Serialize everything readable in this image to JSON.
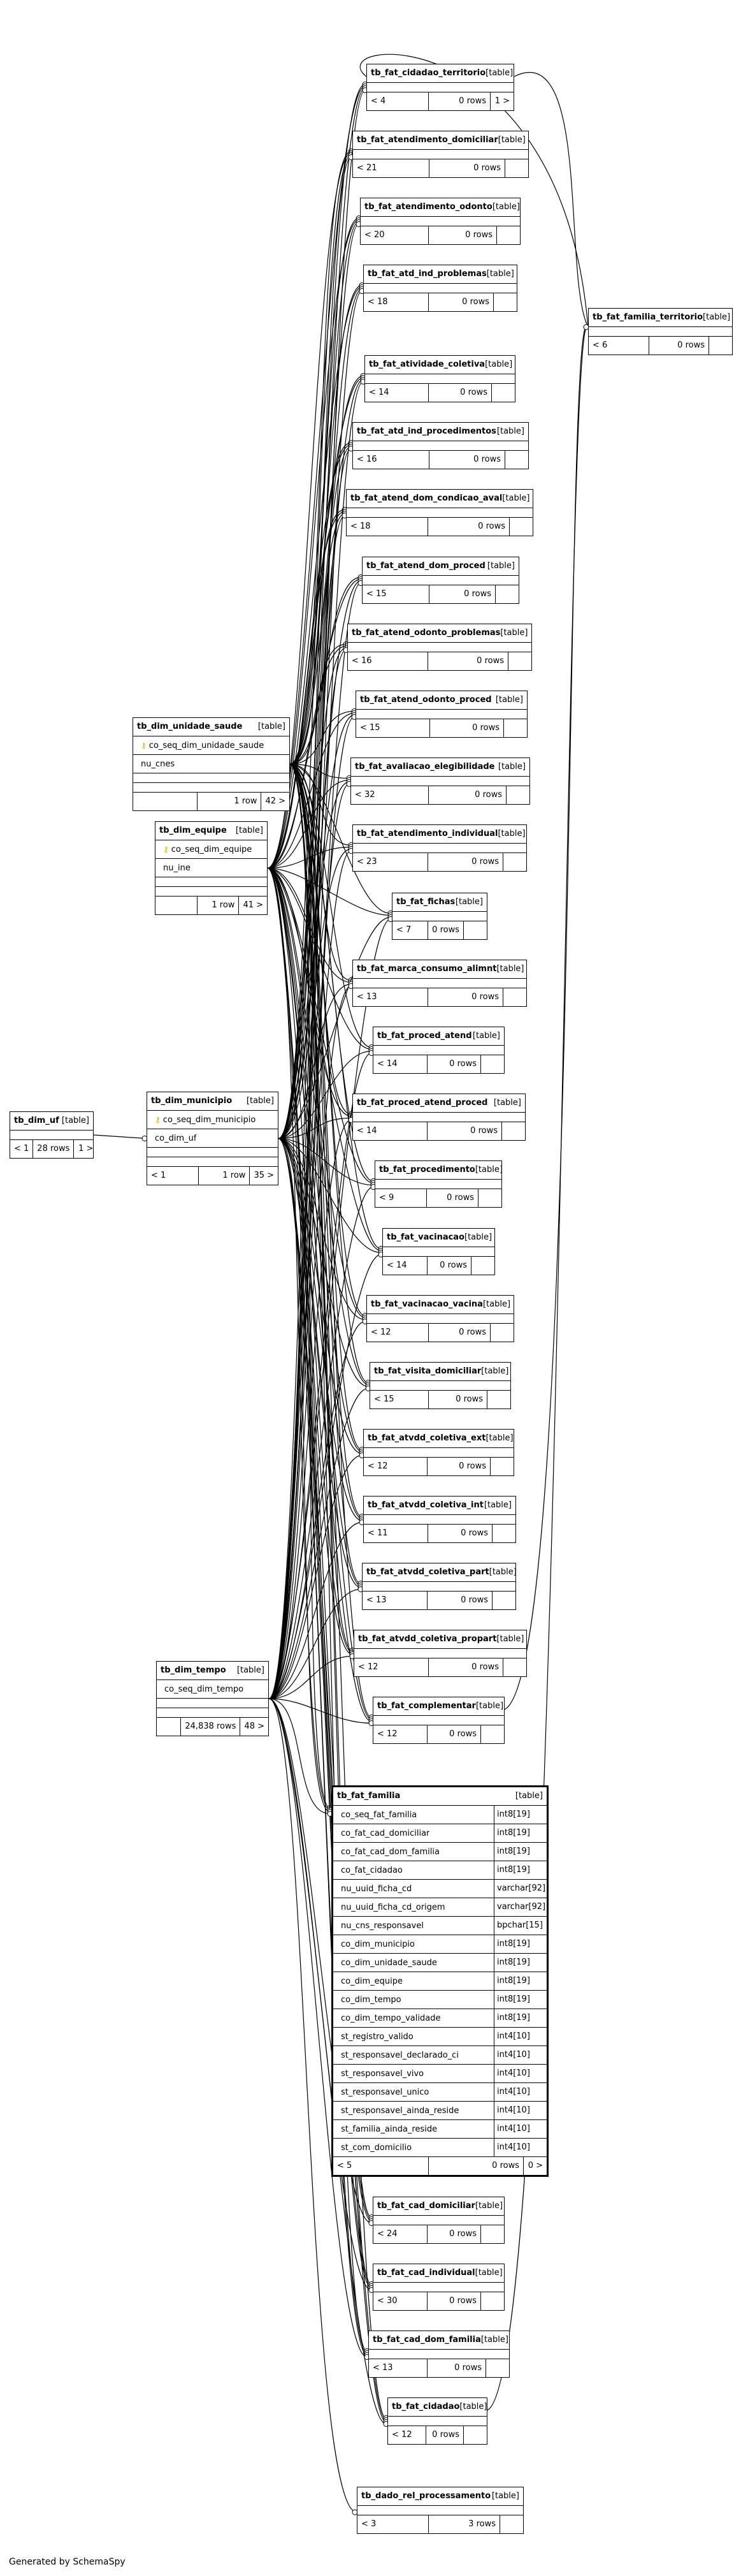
{
  "footer": "Generated by SchemaSpy",
  "tag": "[table]",
  "tables": [
    {
      "id": "t_cid_terr",
      "name": "tb_fat_cidadao_territorio",
      "left": "< 4",
      "rows": "0 rows",
      "right": "1 >"
    },
    {
      "id": "t_atend_dom",
      "name": "tb_fat_atendimento_domiciliar",
      "left": "< 21",
      "rows": "0 rows",
      "right": ""
    },
    {
      "id": "t_atend_odonto",
      "name": "tb_fat_atendimento_odonto",
      "left": "< 20",
      "rows": "0 rows",
      "right": ""
    },
    {
      "id": "t_atd_prob",
      "name": "tb_fat_atd_ind_problemas",
      "left": "< 18",
      "rows": "0 rows",
      "right": ""
    },
    {
      "id": "t_ativ_col",
      "name": "tb_fat_atividade_coletiva",
      "left": "< 14",
      "rows": "0 rows",
      "right": ""
    },
    {
      "id": "t_atd_proc",
      "name": "tb_fat_atd_ind_procedimentos",
      "left": "< 16",
      "rows": "0 rows",
      "right": ""
    },
    {
      "id": "t_cond_aval",
      "name": "tb_fat_atend_dom_condicao_aval",
      "left": "< 18",
      "rows": "0 rows",
      "right": ""
    },
    {
      "id": "t_dom_proced",
      "name": "tb_fat_atend_dom_proced",
      "left": "< 15",
      "rows": "0 rows",
      "right": ""
    },
    {
      "id": "t_odonto_prob",
      "name": "tb_fat_atend_odonto_problemas",
      "left": "< 16",
      "rows": "0 rows",
      "right": ""
    },
    {
      "id": "t_odonto_proc",
      "name": "tb_fat_atend_odonto_proced",
      "left": "< 15",
      "rows": "0 rows",
      "right": ""
    },
    {
      "id": "t_aval_eleg",
      "name": "tb_fat_avaliacao_elegibilidade",
      "left": "< 32",
      "rows": "0 rows",
      "right": ""
    },
    {
      "id": "t_atend_ind",
      "name": "tb_fat_atendimento_individual",
      "left": "< 23",
      "rows": "0 rows",
      "right": ""
    },
    {
      "id": "t_fichas",
      "name": "tb_fat_fichas",
      "left": "< 7",
      "rows": "0 rows",
      "right": ""
    },
    {
      "id": "t_marca",
      "name": "tb_fat_marca_consumo_alimnt",
      "left": "< 13",
      "rows": "0 rows",
      "right": ""
    },
    {
      "id": "t_proc_atend",
      "name": "tb_fat_proced_atend",
      "left": "< 14",
      "rows": "0 rows",
      "right": ""
    },
    {
      "id": "t_proc_atend_proc",
      "name": "tb_fat_proced_atend_proced",
      "left": "< 14",
      "rows": "0 rows",
      "right": ""
    },
    {
      "id": "t_procedimento",
      "name": "tb_fat_procedimento",
      "left": "< 9",
      "rows": "0 rows",
      "right": ""
    },
    {
      "id": "t_vacinacao",
      "name": "tb_fat_vacinacao",
      "left": "< 14",
      "rows": "0 rows",
      "right": ""
    },
    {
      "id": "t_vac_vacina",
      "name": "tb_fat_vacinacao_vacina",
      "left": "< 12",
      "rows": "0 rows",
      "right": ""
    },
    {
      "id": "t_visita",
      "name": "tb_fat_visita_domiciliar",
      "left": "< 15",
      "rows": "0 rows",
      "right": ""
    },
    {
      "id": "t_col_ext",
      "name": "tb_fat_atvdd_coletiva_ext",
      "left": "< 12",
      "rows": "0 rows",
      "right": ""
    },
    {
      "id": "t_col_int",
      "name": "tb_fat_atvdd_coletiva_int",
      "left": "< 11",
      "rows": "0 rows",
      "right": ""
    },
    {
      "id": "t_col_part",
      "name": "tb_fat_atvdd_coletiva_part",
      "left": "< 13",
      "rows": "0 rows",
      "right": ""
    },
    {
      "id": "t_col_propart",
      "name": "tb_fat_atvdd_coletiva_propart",
      "left": "< 12",
      "rows": "0 rows",
      "right": ""
    },
    {
      "id": "t_complementar",
      "name": "tb_fat_complementar",
      "left": "< 12",
      "rows": "0 rows",
      "right": ""
    },
    {
      "id": "t_cad_dom",
      "name": "tb_fat_cad_domiciliar",
      "left": "< 24",
      "rows": "0 rows",
      "right": ""
    },
    {
      "id": "t_cad_ind",
      "name": "tb_fat_cad_individual",
      "left": "< 30",
      "rows": "0 rows",
      "right": ""
    },
    {
      "id": "t_cad_dom_fam",
      "name": "tb_fat_cad_dom_familia",
      "left": "< 13",
      "rows": "0 rows",
      "right": ""
    },
    {
      "id": "t_cidadao",
      "name": "tb_fat_cidadao",
      "left": "< 12",
      "rows": "0 rows",
      "right": ""
    },
    {
      "id": "t_dado_rel",
      "name": "tb_dado_rel_processamento",
      "left": "< 3",
      "rows": "3 rows",
      "right": ""
    },
    {
      "id": "t_fam_terr",
      "name": "tb_fat_familia_territorio",
      "left": "< 6",
      "rows": "0 rows",
      "right": ""
    }
  ],
  "dims": [
    {
      "id": "d_uf",
      "name": "tb_dim_uf",
      "columns": [],
      "left": "< 1",
      "rows": "28 rows",
      "right": "1 >"
    },
    {
      "id": "d_unidade",
      "name": "tb_dim_unidade_saude",
      "columns": [
        {
          "name": "co_seq_dim_unidade_saude",
          "pk": true
        },
        {
          "name": "nu_cnes",
          "pk": false
        }
      ],
      "left": "",
      "rows": "1 row",
      "right": "42 >"
    },
    {
      "id": "d_equipe",
      "name": "tb_dim_equipe",
      "columns": [
        {
          "name": "co_seq_dim_equipe",
          "pk": true
        },
        {
          "name": "nu_ine",
          "pk": false
        }
      ],
      "left": "",
      "rows": "1 row",
      "right": "41 >"
    },
    {
      "id": "d_municipio",
      "name": "tb_dim_municipio",
      "columns": [
        {
          "name": "co_seq_dim_municipio",
          "pk": true
        },
        {
          "name": "co_dim_uf",
          "pk": false
        }
      ],
      "left": "< 1",
      "rows": "1 row",
      "right": "35 >"
    },
    {
      "id": "d_tempo",
      "name": "tb_dim_tempo",
      "columns": [
        {
          "name": "co_seq_dim_tempo",
          "pk": false
        }
      ],
      "left": "",
      "rows": "24,838 rows",
      "right": "48 >"
    }
  ],
  "familia": {
    "name": "tb_fat_familia",
    "columns": [
      {
        "name": "co_seq_fat_familia",
        "type": "int8[19]"
      },
      {
        "name": "co_fat_cad_domiciliar",
        "type": "int8[19]"
      },
      {
        "name": "co_fat_cad_dom_familia",
        "type": "int8[19]"
      },
      {
        "name": "co_fat_cidadao",
        "type": "int8[19]"
      },
      {
        "name": "nu_uuid_ficha_cd",
        "type": "varchar[92]"
      },
      {
        "name": "nu_uuid_ficha_cd_origem",
        "type": "varchar[92]"
      },
      {
        "name": "nu_cns_responsavel",
        "type": "bpchar[15]"
      },
      {
        "name": "co_dim_municipio",
        "type": "int8[19]"
      },
      {
        "name": "co_dim_unidade_saude",
        "type": "int8[19]"
      },
      {
        "name": "co_dim_equipe",
        "type": "int8[19]"
      },
      {
        "name": "co_dim_tempo",
        "type": "int8[19]"
      },
      {
        "name": "co_dim_tempo_validade",
        "type": "int8[19]"
      },
      {
        "name": "st_registro_valido",
        "type": "int4[10]"
      },
      {
        "name": "st_responsavel_declarado_ci",
        "type": "int4[10]"
      },
      {
        "name": "st_responsavel_vivo",
        "type": "int4[10]"
      },
      {
        "name": "st_responsavel_unico",
        "type": "int4[10]"
      },
      {
        "name": "st_responsavel_ainda_reside",
        "type": "int4[10]"
      },
      {
        "name": "st_familia_ainda_reside",
        "type": "int4[10]"
      },
      {
        "name": "st_com_domicilio",
        "type": "int4[10]"
      }
    ],
    "left": "< 5",
    "rows": "0 rows",
    "right": "0 >"
  }
}
